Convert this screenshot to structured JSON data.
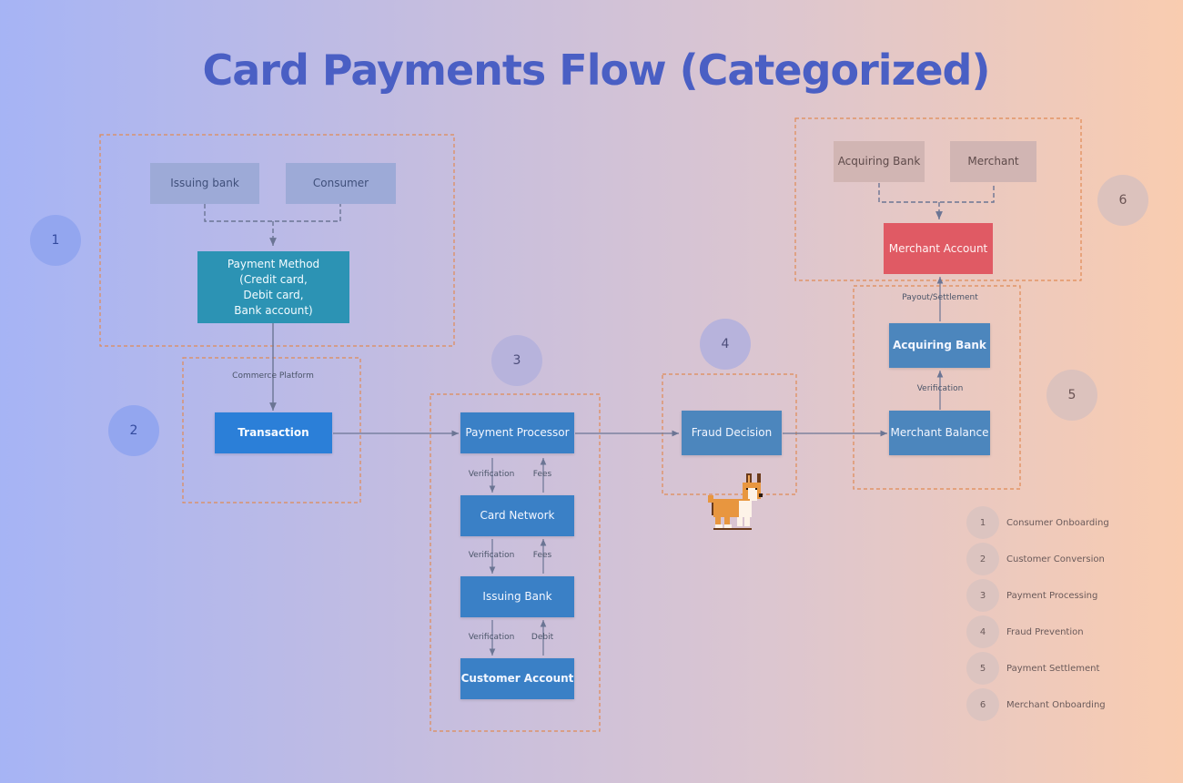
{
  "title": "Card Payments Flow (Categorized)",
  "nodes": {
    "issuing_bank_left": "Issuing bank",
    "consumer": "Consumer",
    "payment_method": "Payment Method\n(Credit card,\nDebit card,\nBank account)",
    "transaction": "Transaction",
    "payment_processor": "Payment Processor",
    "card_network": "Card Network",
    "issuing_bank": "Issuing Bank",
    "customer_account": "Customer Account",
    "fraud_decision": "Fraud Decision",
    "merchant_balance": "Merchant Balance",
    "acquiring_bank_blue": "Acquiring Bank",
    "merchant_account": "Merchant Account",
    "acquiring_bank_top": "Acquiring Bank",
    "merchant": "Merchant"
  },
  "edge_labels": {
    "commerce_platform": "Commerce Platform",
    "verification_1": "Verification",
    "fees_1": "Fees",
    "verification_2": "Verification",
    "fees_2": "Fees",
    "verification_3": "Verification",
    "debit": "Debit",
    "verification_settle": "Verification",
    "payout_settlement": "Payout/Settlement"
  },
  "group_numbers": [
    "1",
    "2",
    "3",
    "4",
    "5",
    "6"
  ],
  "legend": [
    {
      "num": "1",
      "label": "Consumer Onboarding"
    },
    {
      "num": "2",
      "label": "Customer Conversion"
    },
    {
      "num": "3",
      "label": "Payment Processing"
    },
    {
      "num": "4",
      "label": "Fraud Prevention"
    },
    {
      "num": "5",
      "label": "Payment Settlement"
    },
    {
      "num": "6",
      "label": "Merchant Onboarding"
    }
  ],
  "colors": {
    "title": "#4a5fc4",
    "group_border": "#e08a55",
    "connector": "#6b7594"
  }
}
